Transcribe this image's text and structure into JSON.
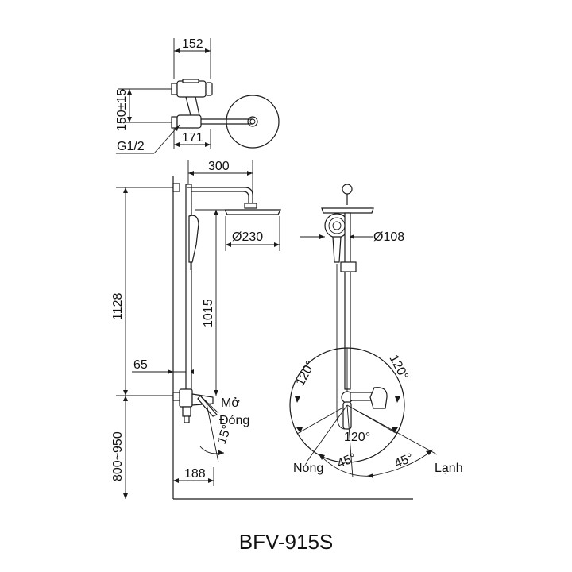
{
  "model": "BFV-915S",
  "dimensions": {
    "top_width": "152",
    "top_height": "150±15",
    "thread": "G1/2",
    "offset": "171",
    "arm_length": "300",
    "head_diameter": "Ø230",
    "hand_diameter": "Ø108",
    "total_height": "1128",
    "rail_height": "1015",
    "wall_gap": "65",
    "install_height": "800~950",
    "mixer_depth": "188",
    "tilt": "15°"
  },
  "labels": {
    "open": "Mở",
    "close": "Đóng",
    "hot": "Nóng",
    "cold": "Lạnh"
  },
  "angles": {
    "left": "120°",
    "right": "120°",
    "bottom": "120°",
    "hot_45": "45°",
    "cold_45": "45°"
  }
}
